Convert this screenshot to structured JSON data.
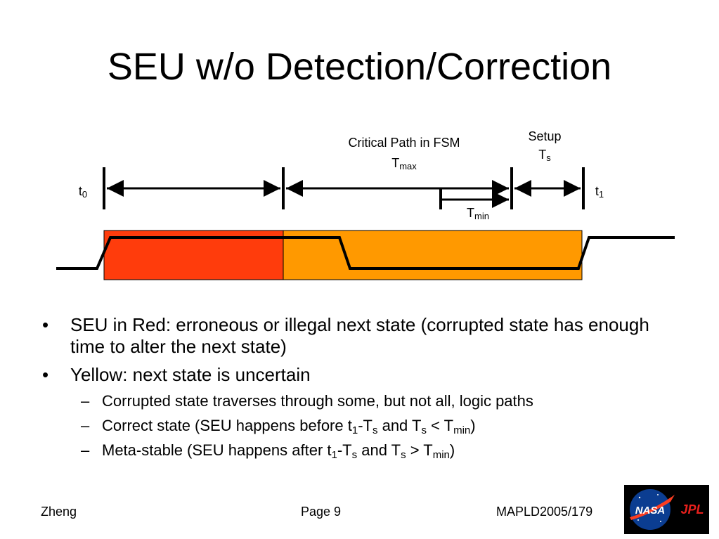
{
  "slide": {
    "title": "SEU w/o Detection/Correction"
  },
  "diagram": {
    "critical_path_label": "Critical Path in FSM",
    "tmax": {
      "main": "T",
      "sub": "max"
    },
    "setup_label": "Setup",
    "ts": {
      "main": "T",
      "sub": "s"
    },
    "t0": {
      "main": "t",
      "sub": "0"
    },
    "t1": {
      "main": "t",
      "sub": "1"
    },
    "tmin": {
      "main": "T",
      "sub": "min"
    },
    "colors": {
      "red_region": "#ff3c0c",
      "yellow_region": "#ff9900"
    }
  },
  "bullets": [
    {
      "text": "SEU in Red: erroneous or illegal next state (corrupted state has enough time to alter the next state)"
    },
    {
      "text": "Yellow: next state is uncertain"
    }
  ],
  "sub_bullets": {
    "item1": "Corrupted state traverses through some, but not all, logic paths",
    "item2": {
      "a": "Correct state (SEU happens before t",
      "b": "1",
      "c": "-T",
      "d": "s",
      "e": " and T",
      "f": "s",
      "g": " < T",
      "h": "min",
      "i": ")"
    },
    "item3": {
      "a": "Meta-stable (SEU happens after t",
      "b": "1",
      "c": "-T",
      "d": "s",
      "e": " and T",
      "f": "s",
      "g": " > T",
      "h": "min",
      "i": ")"
    }
  },
  "bullet_marks": {
    "level1": "•",
    "level2": "–"
  },
  "footer": {
    "left": "Zheng",
    "center": "Page 9",
    "right": "MAPLD2005/179"
  },
  "logo": {
    "nasa": "NASA",
    "jpl": "JPL"
  }
}
